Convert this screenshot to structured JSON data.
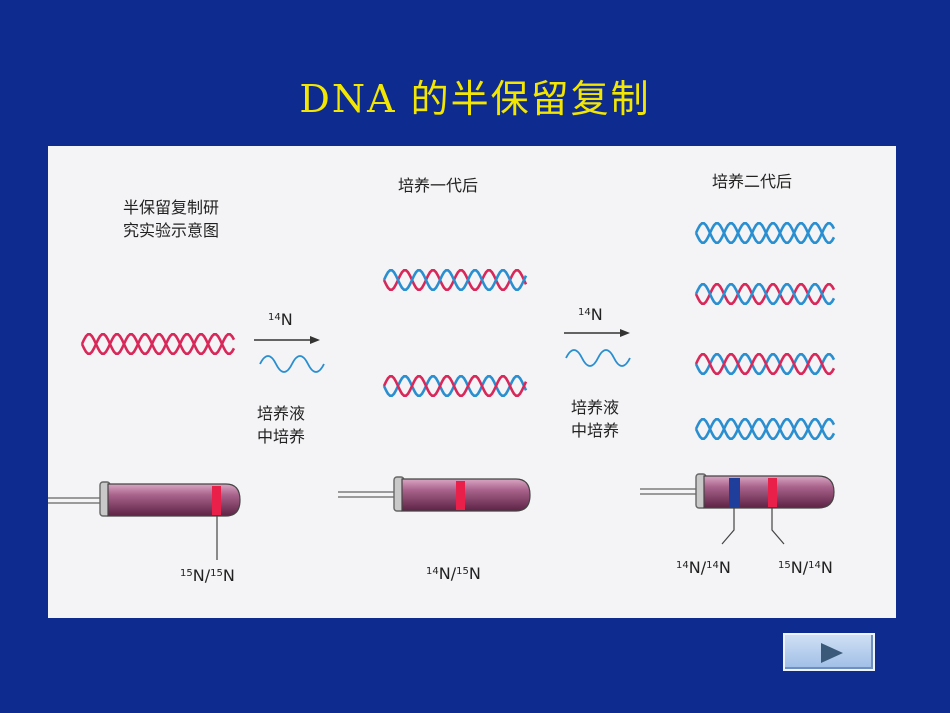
{
  "title": "DNA 的半保留复制",
  "panel": {
    "experiment_label_line1": "半保留复制研",
    "experiment_label_line2": "究实验示意图",
    "gen1_label": "培养一代后",
    "gen2_label": "培养二代后",
    "step1": {
      "isotope_sup": "14",
      "isotope_el": "N",
      "medium_line1": "培养液",
      "medium_line2": "中培养"
    },
    "step2": {
      "isotope_sup": "14",
      "isotope_el": "N",
      "medium_line1": "培养液",
      "medium_line2": "中培养"
    },
    "tube0_band": {
      "sup_a": "15",
      "el_a": "N/",
      "sup_b": "15",
      "el_b": "N"
    },
    "tube1_band": {
      "sup_a": "14",
      "el_a": "N/",
      "sup_b": "15",
      "el_b": "N"
    },
    "tube2_band_left": {
      "sup_a": "14",
      "el_a": "N/",
      "sup_b": "14",
      "el_b": "N"
    },
    "tube2_band_right": {
      "sup_a": "15",
      "el_a": "N/",
      "sup_b": "14",
      "el_b": "N"
    }
  },
  "colors": {
    "background": "#0e2b8f",
    "title": "#f3e600",
    "heavy_strand": "#d8285a",
    "light_strand": "#2a8fd0",
    "heavy_band": "#e8204a",
    "light_band": "#1f3d9a"
  },
  "nav": {
    "icon": "play-triangle-icon"
  }
}
